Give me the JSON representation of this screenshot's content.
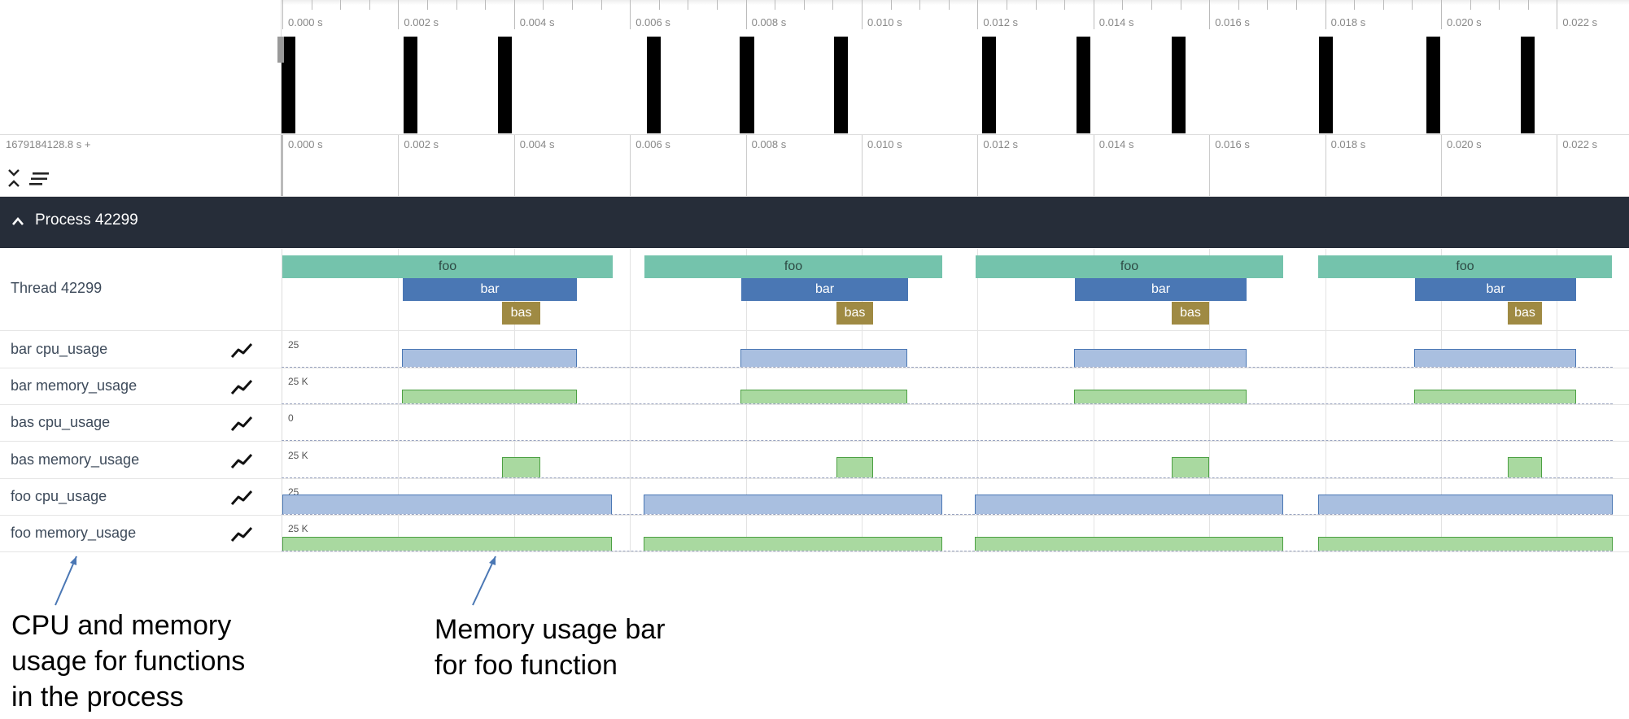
{
  "overview": {
    "time_labels": [
      "0.000 s",
      "0.002 s",
      "0.004 s",
      "0.006 s",
      "0.008 s",
      "0.010 s",
      "0.012 s",
      "0.014 s",
      "0.016 s",
      "0.018 s",
      "0.020 s",
      "0.022 s"
    ]
  },
  "timeline": {
    "offset_label": "1679184128.8 s +",
    "time_labels": [
      "0.000 s",
      "0.002 s",
      "0.004 s",
      "0.006 s",
      "0.008 s",
      "0.010 s",
      "0.012 s",
      "0.014 s",
      "0.016 s",
      "0.018 s",
      "0.020 s",
      "0.022 s"
    ]
  },
  "toolbar": {
    "collapse_icon": "collapse-all-icon",
    "filter_icon": "lines-menu-icon"
  },
  "process": {
    "title": "Process 42299",
    "chevron": "chevron-up-icon"
  },
  "thread": {
    "label": "Thread 42299",
    "slices": {
      "foo": "foo",
      "bar": "bar",
      "bas": "bas"
    }
  },
  "counters": [
    {
      "label": "bar cpu_usage",
      "scale": "25",
      "kind": "cpu"
    },
    {
      "label": "bar memory_usage",
      "scale": "25 K",
      "kind": "mem"
    },
    {
      "label": "bas cpu_usage",
      "scale": "0",
      "kind": "cpu"
    },
    {
      "label": "bas memory_usage",
      "scale": "25 K",
      "kind": "mem"
    },
    {
      "label": "foo cpu_usage",
      "scale": "25",
      "kind": "cpu"
    },
    {
      "label": "foo memory_usage",
      "scale": "25 K",
      "kind": "mem"
    }
  ],
  "annotations": {
    "left": "CPU and memory\nusage for functions\nin the process",
    "right": "Memory usage bar\nfor foo function"
  },
  "colors": {
    "header_bg": "#262d39",
    "foo": "#74c3ac",
    "bar": "#4a77b4",
    "bas": "#9f8a43",
    "cpu_fill": "#a9bfe0",
    "mem_fill": "#a9d9a0"
  }
}
